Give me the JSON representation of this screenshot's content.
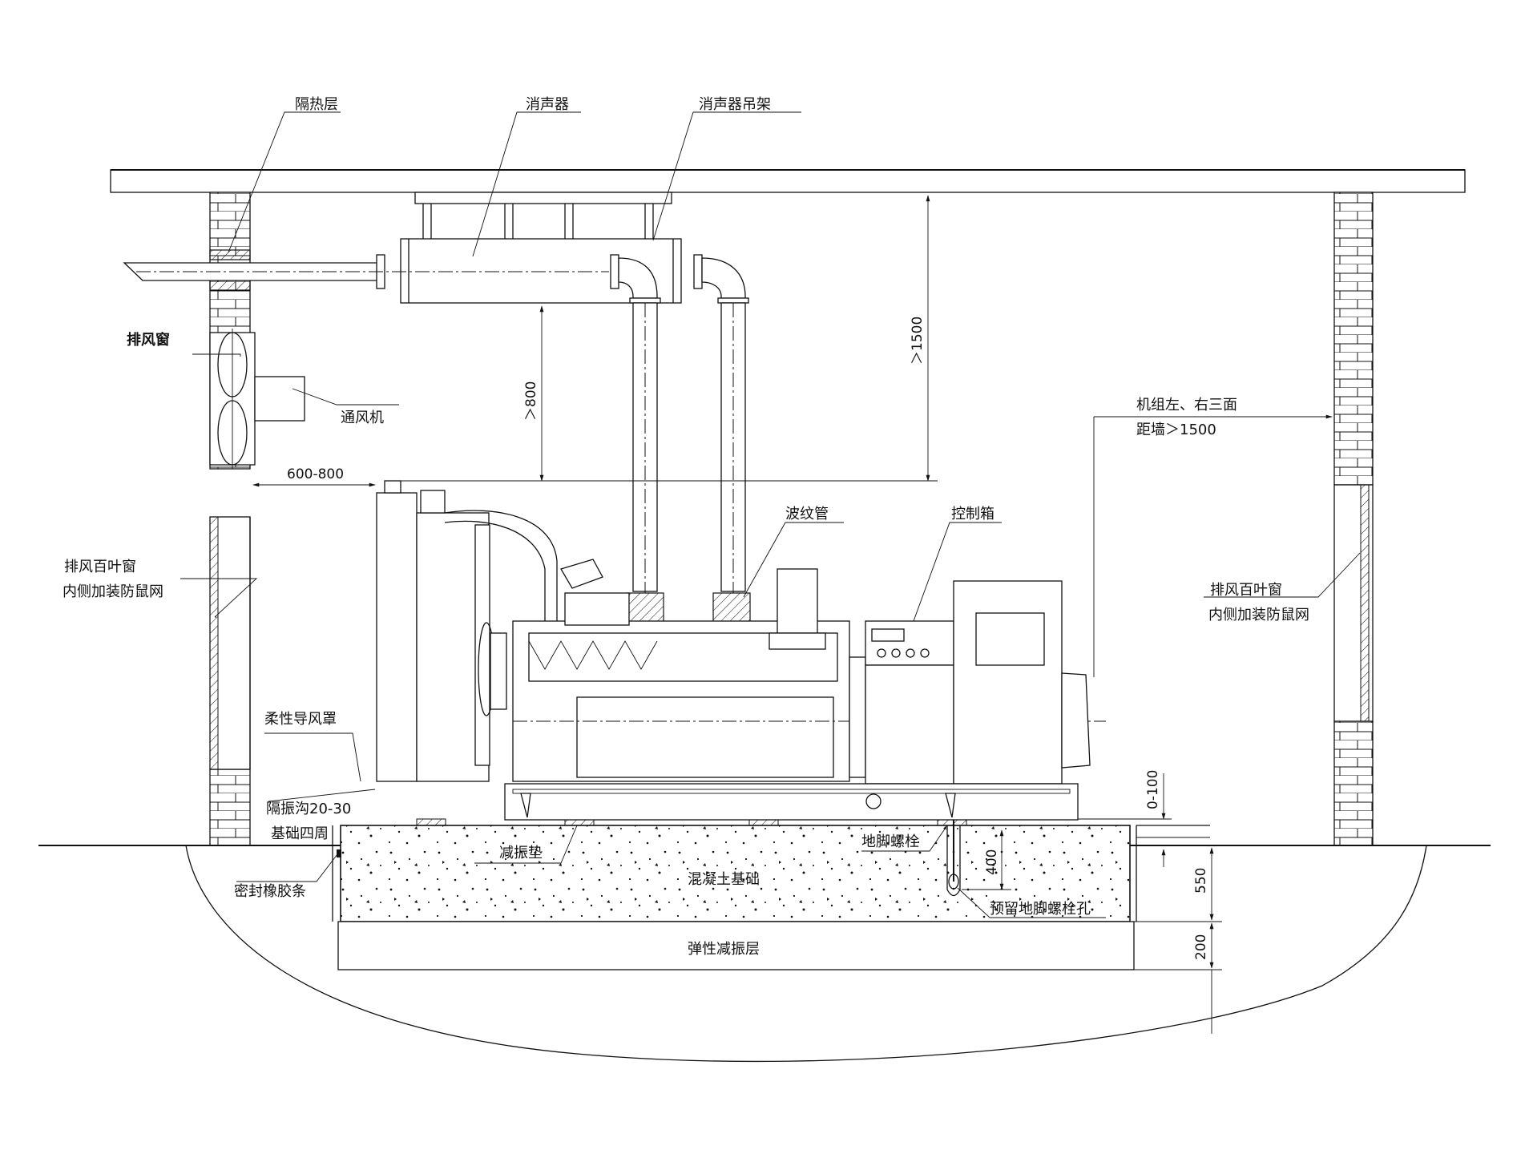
{
  "labels": {
    "insulation_layer": "隔热层",
    "muffler": "消声器",
    "muffler_hanger": "消声器吊架",
    "exhaust_window": "排风窗",
    "ventilation_fan": "通风机",
    "louver_left_line1": "排风百叶窗",
    "louver_left_line2": "内侧加装防鼠网",
    "louver_right_line1": "排风百叶窗",
    "louver_right_line2": "内侧加装防鼠网",
    "bellows": "波纹管",
    "control_box": "控制箱",
    "flexible_air_duct": "柔性导风罩",
    "isolation_trench_line1": "隔振沟20-30",
    "isolation_trench_line2": "基础四周",
    "sealing_rubber_strip": "密封橡胶条",
    "damping_pad": "减振垫",
    "anchor_bolt": "地脚螺栓",
    "concrete_foundation": "混凝土基础",
    "reserved_bolt_hole": "预留地脚螺栓孔",
    "elastic_damping_layer": "弹性减振层",
    "side_clearance_line1": "机组左、右三面",
    "side_clearance_line2": "距墙＞1500"
  },
  "dimensions": {
    "ceiling_clearance": "＞1500",
    "muffler_clearance": "＞800",
    "radiator_wall_gap": "600-800",
    "base_gap": "0-100",
    "bolt_depth": "400",
    "foundation_depth": "550",
    "damping_layer_depth": "200"
  }
}
